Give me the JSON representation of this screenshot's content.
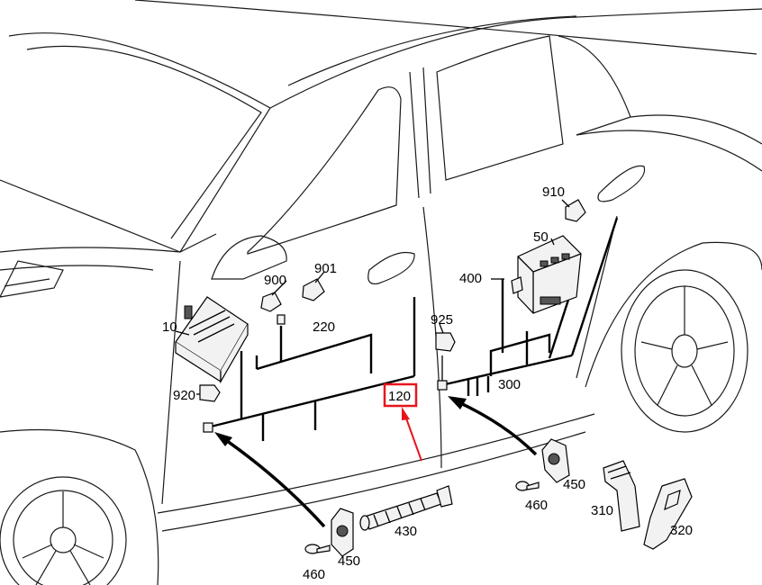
{
  "diagram": {
    "labels": {
      "p10": "10",
      "p50": "50",
      "p120": "120",
      "p220": "220",
      "p300": "300",
      "p310": "310",
      "p320": "320",
      "p400": "400",
      "p430": "430",
      "p450_left": "450",
      "p450_right": "450",
      "p460_left": "460",
      "p460_right": "460",
      "p900": "900",
      "p901": "901",
      "p910": "910",
      "p920": "920",
      "p925": "925"
    },
    "highlight": {
      "color": "#e8141c"
    }
  }
}
